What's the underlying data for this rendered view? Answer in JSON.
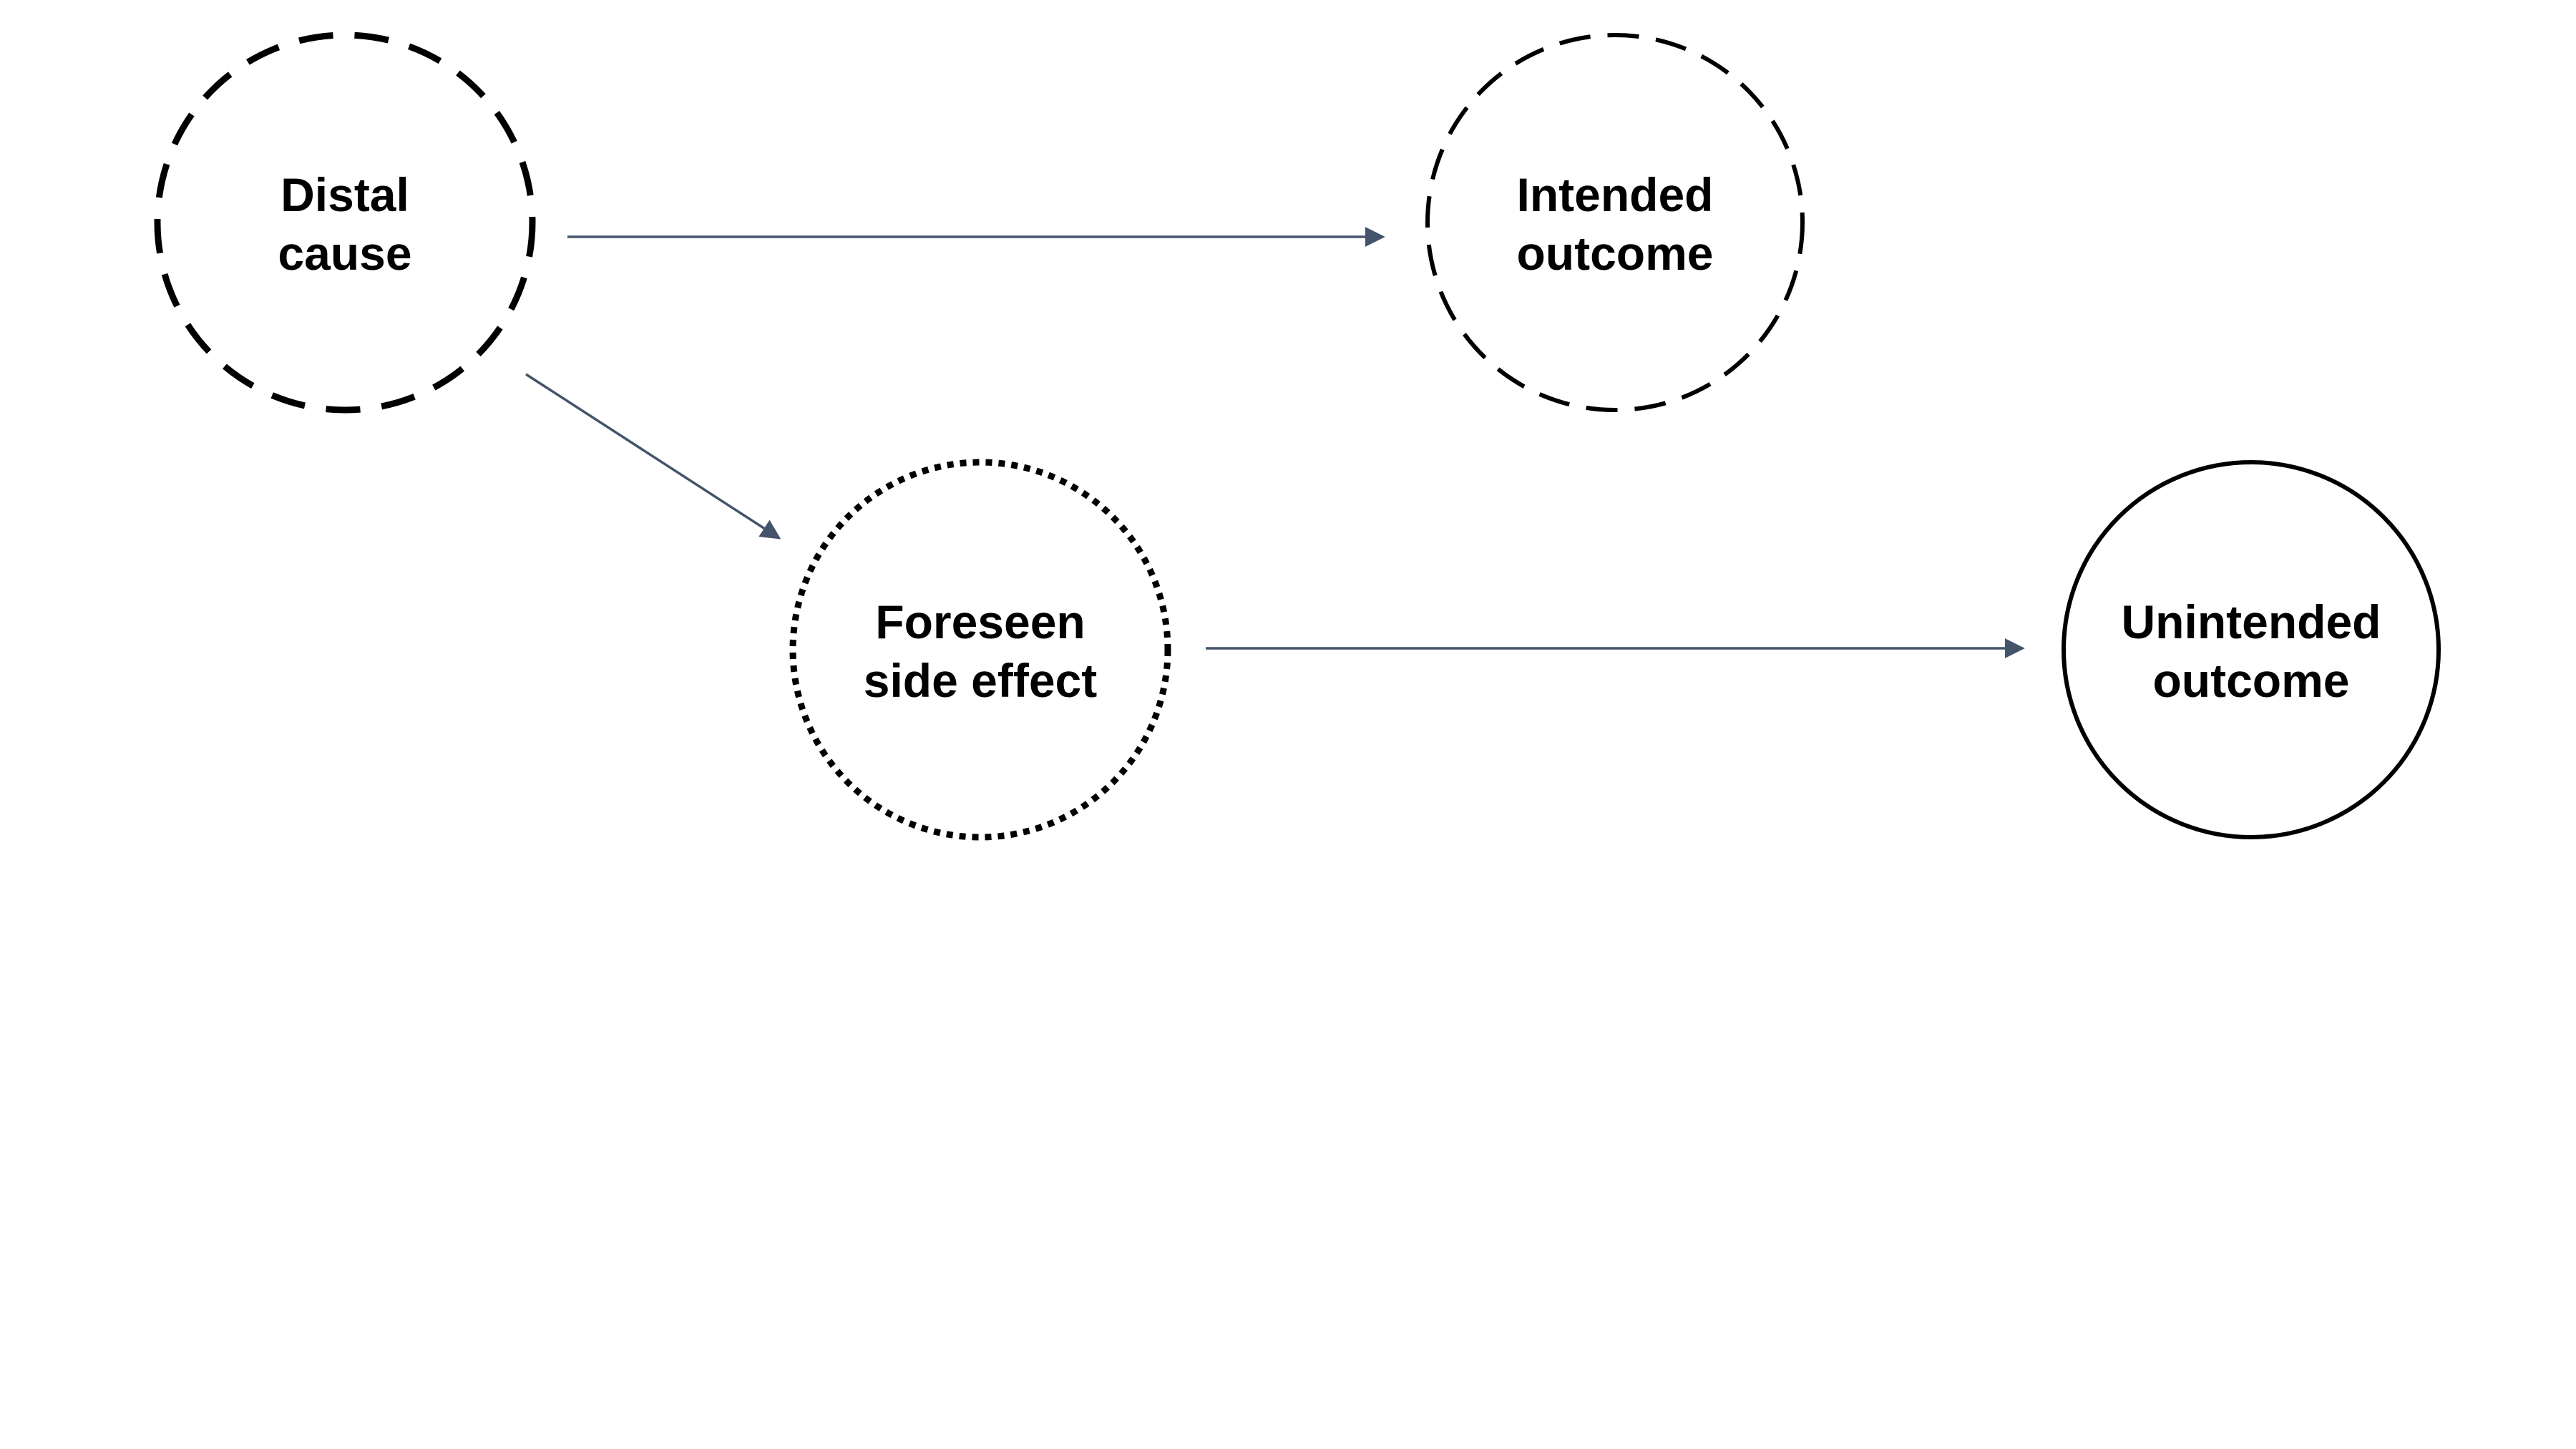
{
  "colors": {
    "background": "#ffffff",
    "node_stroke": "#000000",
    "arrow": "#44546a",
    "text": "#000000"
  },
  "nodes": {
    "distal_cause": {
      "line1": "Distal",
      "line2": "cause",
      "border": "dashed"
    },
    "intended_outcome": {
      "line1": "Intended",
      "line2": "outcome",
      "border": "dashed"
    },
    "foreseen_side_effect": {
      "line1": "Foreseen",
      "line2": "side effect",
      "border": "dotted"
    },
    "unintended_outcome": {
      "line1": "Unintended",
      "line2": "outcome",
      "border": "solid"
    }
  },
  "edges": [
    {
      "from": "Distal cause",
      "to": "Intended outcome"
    },
    {
      "from": "Distal cause",
      "to": "Foreseen side effect"
    },
    {
      "from": "Foreseen side effect",
      "to": "Unintended outcome"
    }
  ]
}
